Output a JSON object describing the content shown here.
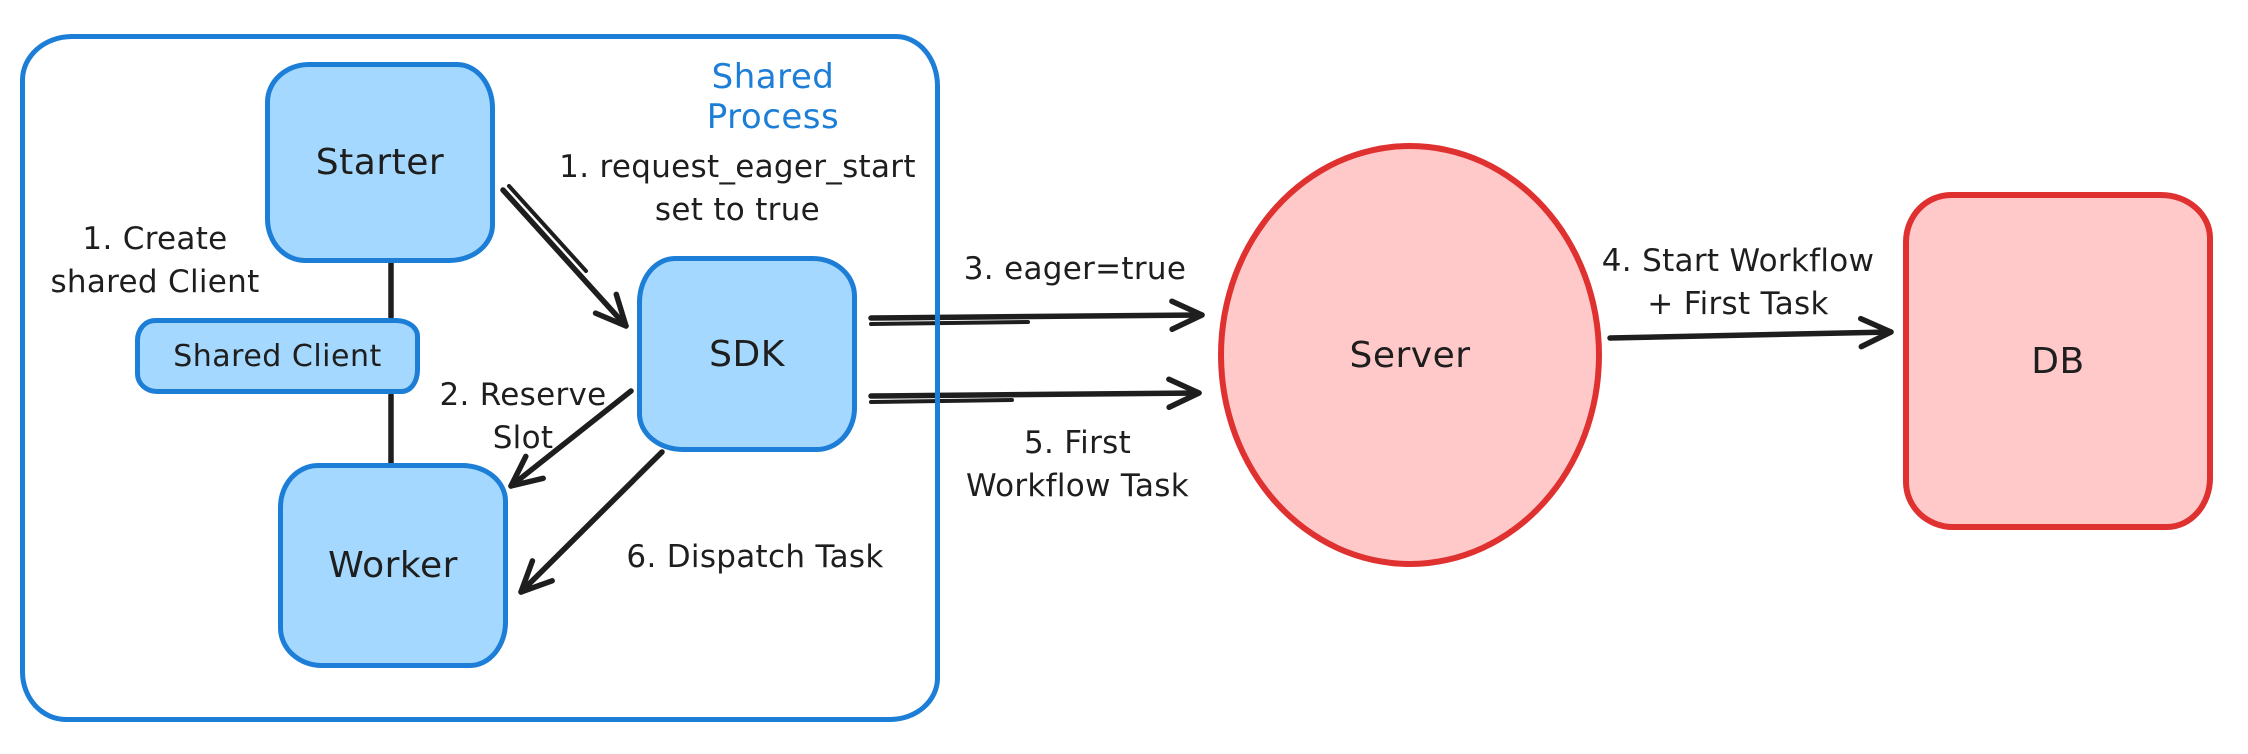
{
  "diagram": {
    "container": {
      "label": "Shared Process"
    },
    "nodes": {
      "starter": "Starter",
      "shared_client": "Shared Client",
      "worker": "Worker",
      "sdk": "SDK",
      "server": "Server",
      "db": "DB"
    },
    "annotations": {
      "create_shared_client": "1. Create\nshared Client",
      "request_eager_start": "1. request_eager_start\nset to true",
      "reserve_slot": "2. Reserve\nSlot",
      "dispatch_task": "6. Dispatch Task",
      "eager_true": "3. eager=true",
      "first_workflow_task": "5. First\nWorkflow Task",
      "start_workflow": "4. Start Workflow\n+ First Task"
    },
    "colors": {
      "blue_stroke": "#1c7ed6",
      "blue_fill": "#a5d8ff",
      "red_stroke": "#e03131",
      "red_fill": "#ffc9c9",
      "ink": "#1e1e1e"
    }
  }
}
